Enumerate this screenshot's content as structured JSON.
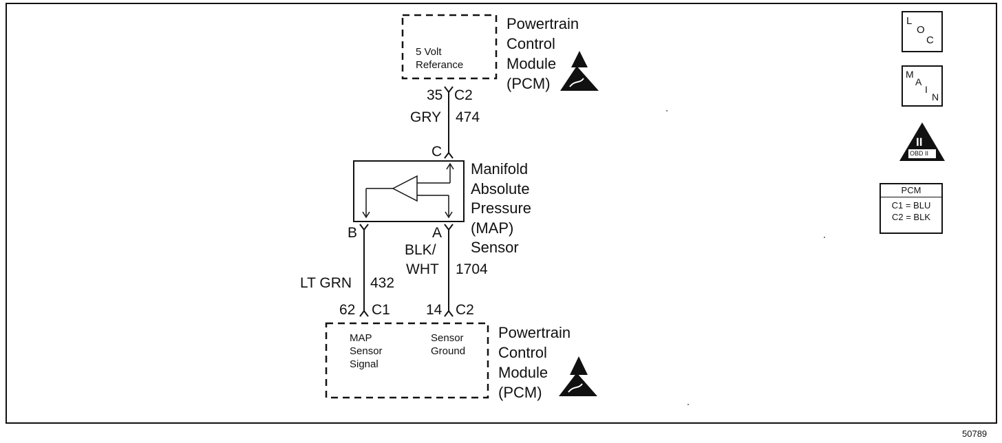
{
  "pcm_top": {
    "title_lines": [
      "Powertrain",
      "Control",
      "Module",
      "(PCM)"
    ],
    "inner_lines": [
      "5 Volt",
      "Referance"
    ]
  },
  "wire_ref": {
    "pin": "35",
    "connector": "C2",
    "color": "GRY",
    "circuit": "474"
  },
  "map_sensor": {
    "title_lines": [
      "Manifold",
      "Absolute",
      "Pressure",
      "(MAP)",
      "Sensor"
    ],
    "pin_c": "C",
    "pin_b": "B",
    "pin_a": "A"
  },
  "wire_signal": {
    "color": "LT GRN",
    "circuit": "432",
    "pin": "62",
    "connector": "C1"
  },
  "wire_ground": {
    "color_line1": "BLK/",
    "color_line2": "WHT",
    "circuit": "1704",
    "pin": "14",
    "connector": "C2"
  },
  "pcm_bottom": {
    "title_lines": [
      "Powertrain",
      "Control",
      "Module",
      "(PCM)"
    ],
    "signal_lines": [
      "MAP",
      "Sensor",
      "Signal"
    ],
    "ground_lines": [
      "Sensor",
      "Ground"
    ]
  },
  "badges": {
    "loc": {
      "l": "L",
      "o": "O",
      "c": "C"
    },
    "main": {
      "m": "M",
      "a": "A",
      "i": "I",
      "n": "N"
    },
    "obd": {
      "numeral": "II",
      "label": "OBD II"
    }
  },
  "legend": {
    "title": "PCM",
    "rows": [
      "C1 = BLU",
      "C2 = BLK"
    ]
  },
  "figure_number": "50789"
}
